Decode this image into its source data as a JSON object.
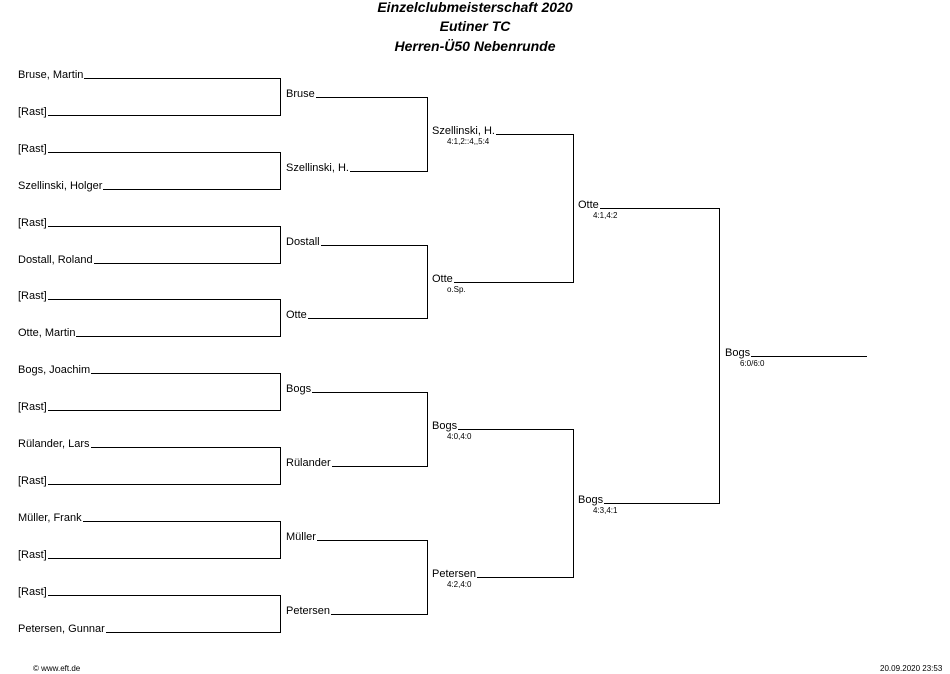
{
  "title": {
    "line1": "Einzelclubmeisterschaft 2020",
    "line2": "Eutiner TC",
    "line3": "Herren-Ü50 Nebenrunde"
  },
  "round1": [
    "Bruse, Martin",
    "[Rast]",
    "[Rast]",
    "Szellinski, Holger",
    "[Rast]",
    "Dostall, Roland",
    "[Rast]",
    "Otte, Martin",
    "Bogs, Joachim",
    "[Rast]",
    "Rülander, Lars",
    "[Rast]",
    "Müller, Frank",
    "[Rast]",
    "[Rast]",
    "Petersen, Gunnar"
  ],
  "round2": [
    {
      "name": "Bruse",
      "score": ""
    },
    {
      "name": "Szellinski, H.",
      "score": ""
    },
    {
      "name": "Dostall",
      "score": ""
    },
    {
      "name": "Otte",
      "score": ""
    },
    {
      "name": "Bogs",
      "score": ""
    },
    {
      "name": "Rülander",
      "score": ""
    },
    {
      "name": "Müller",
      "score": ""
    },
    {
      "name": "Petersen",
      "score": ""
    }
  ],
  "round3": [
    {
      "name": "Szellinski, H.",
      "score": "4:1,2::4,,5:4"
    },
    {
      "name": "Otte",
      "score": "o.Sp."
    },
    {
      "name": "Bogs",
      "score": "4:0,4:0"
    },
    {
      "name": "Petersen",
      "score": "4:2,4:0"
    }
  ],
  "round4": [
    {
      "name": "Otte",
      "score": "4:1,4:2"
    },
    {
      "name": "Bogs",
      "score": "4:3,4:1"
    }
  ],
  "final": {
    "name": "Bogs",
    "score": "6:0/6:0"
  },
  "footer": {
    "left": "© www.eft.de",
    "right": "20.09.2020 23:53"
  }
}
